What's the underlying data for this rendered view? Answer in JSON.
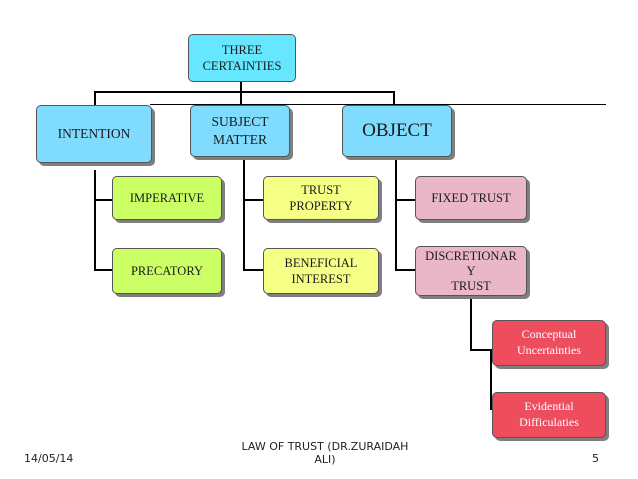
{
  "diagram": {
    "root": "THREE\nCERTAINTIES",
    "branches": {
      "intention": "INTENTION",
      "subject_matter": "SUBJECT\nMATTER",
      "object": "OBJECT"
    },
    "intention_children": [
      "IMPERATIVE",
      "PRECATORY"
    ],
    "subject_matter_children": [
      "TRUST\nPROPERTY",
      "BENEFICIAL\nINTEREST"
    ],
    "object_children": [
      "FIXED TRUST",
      "DISCRETIONAR\nY\nTRUST"
    ],
    "discretionary_children": [
      "Conceptual\nUncertainties",
      "Evidential\nDifficulaties"
    ]
  },
  "footer": {
    "date": "14/05/14",
    "title": "LAW OF TRUST (DR.ZURAIDAH\nALI)",
    "page": "5"
  }
}
